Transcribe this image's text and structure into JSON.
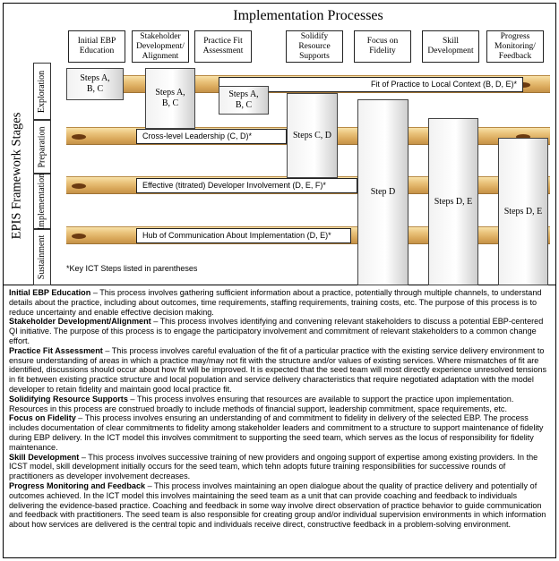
{
  "title": "Implementation Processes",
  "epis_label": "EPIS Framework Stages",
  "stages": [
    "Exploration",
    "Preparation",
    "Implementation",
    "Sustainment"
  ],
  "processes": [
    "Initial EBP Education",
    "Stakeholder Development/ Alignment",
    "Practice Fit Assessment",
    "Solidify Resource Supports",
    "Focus on Fidelity",
    "Skill Development",
    "Progress Monitoring/ Feedback"
  ],
  "steps": [
    "Steps A, B, C",
    "Steps A, B, C",
    "Steps A, B, C",
    "Steps C, D",
    "Step D",
    "Steps D, E",
    "Steps D, E"
  ],
  "plank_labels": [
    "Fit of Practice to Local Context (B, D, E)*",
    "Cross-level Leadership (C, D)*",
    "Effective (titrated) Developer Involvement (D, E, F)*",
    "Hub of Communication About Implementation (D, E)*"
  ],
  "note": "*Key ICT Steps listed in parentheses",
  "descriptions": [
    {
      "term": "Initial EBP Education",
      "text": " – This process involves gathering sufficient information about a practice, potentially through multiple channels, to understand details about the practice, including about outcomes, time requirements, staffing requirements, training costs, etc. The purpose of this process is to reduce uncertainty and enable effective decision making."
    },
    {
      "term": "Stakeholder Development/Alignment",
      "text": " – This process involves identifying and convening relevant stakeholders to discuss a potential EBP-centered QI initiative. The purpose of this process is to engage the participatory involvement and commitment of relevant stakeholders to a common change effort."
    },
    {
      "term": "Practice Fit Assessment",
      "text": " – This process involves careful evaluation of the fit of a particular practice with the existing service delivery environment to ensure understanding of areas in which a practice may/may not fit with the structure and/or values of existing services. Where mismatches of fit are identified, discussions should occur about how fit will be improved. It is expected that the seed team will most directly experience unresolved tensions in fit between existing practice structure and local population and service delivery characteristics that require negotiated adaptation with the model developer to retain fidelity and maintain good local practice fit."
    },
    {
      "term": "Solidifying Resource Supports",
      "text": " – This process involves ensuring that resources are available to support the practice upon implementation. Resources in this process are construed broadly to include methods of financial support, leadership commitment, space requirements, etc."
    },
    {
      "term": "Focus on Fidelity",
      "text": " – This process involves ensuring an understanding of and commitment to fidelity in delivery of the selected EBP. The process includes documentation of clear commitments to fidelity among stakeholder leaders and commitment to a structure to support maintenance of fidelity during EBP delivery. In the ICT model this involves commitment to supporting the seed team, which serves as the locus of responsibility for fidelity maintenance."
    },
    {
      "term": "Skill Development",
      "text": " – This process involves successive training of new providers and ongoing support of expertise among existing providers. In the ICST model, skill development initially occurs for the seed team, which tehn adopts future training responsibilities for successive rounds of practitioners as developer involvement decreases."
    },
    {
      "term": "Progress Monitoring and Feedback",
      "text": " – This process involves maintaining an open dialogue about the quality of practice delivery and potentially of outcomes achieved. In the ICT model this involves maintaining the seed team as a unit that can provide coaching and feedback to individuals delivering the evidence-based practice. Coaching and feedback in some way involve direct observation of practice behavior to guide communication and feedback with practitioners. The seed team is also responsible for creating group and/or individual supervision environments in which information about how services are delivered is the central topic and individuals receive direct, constructive feedback in a problem-solving environment."
    }
  ]
}
